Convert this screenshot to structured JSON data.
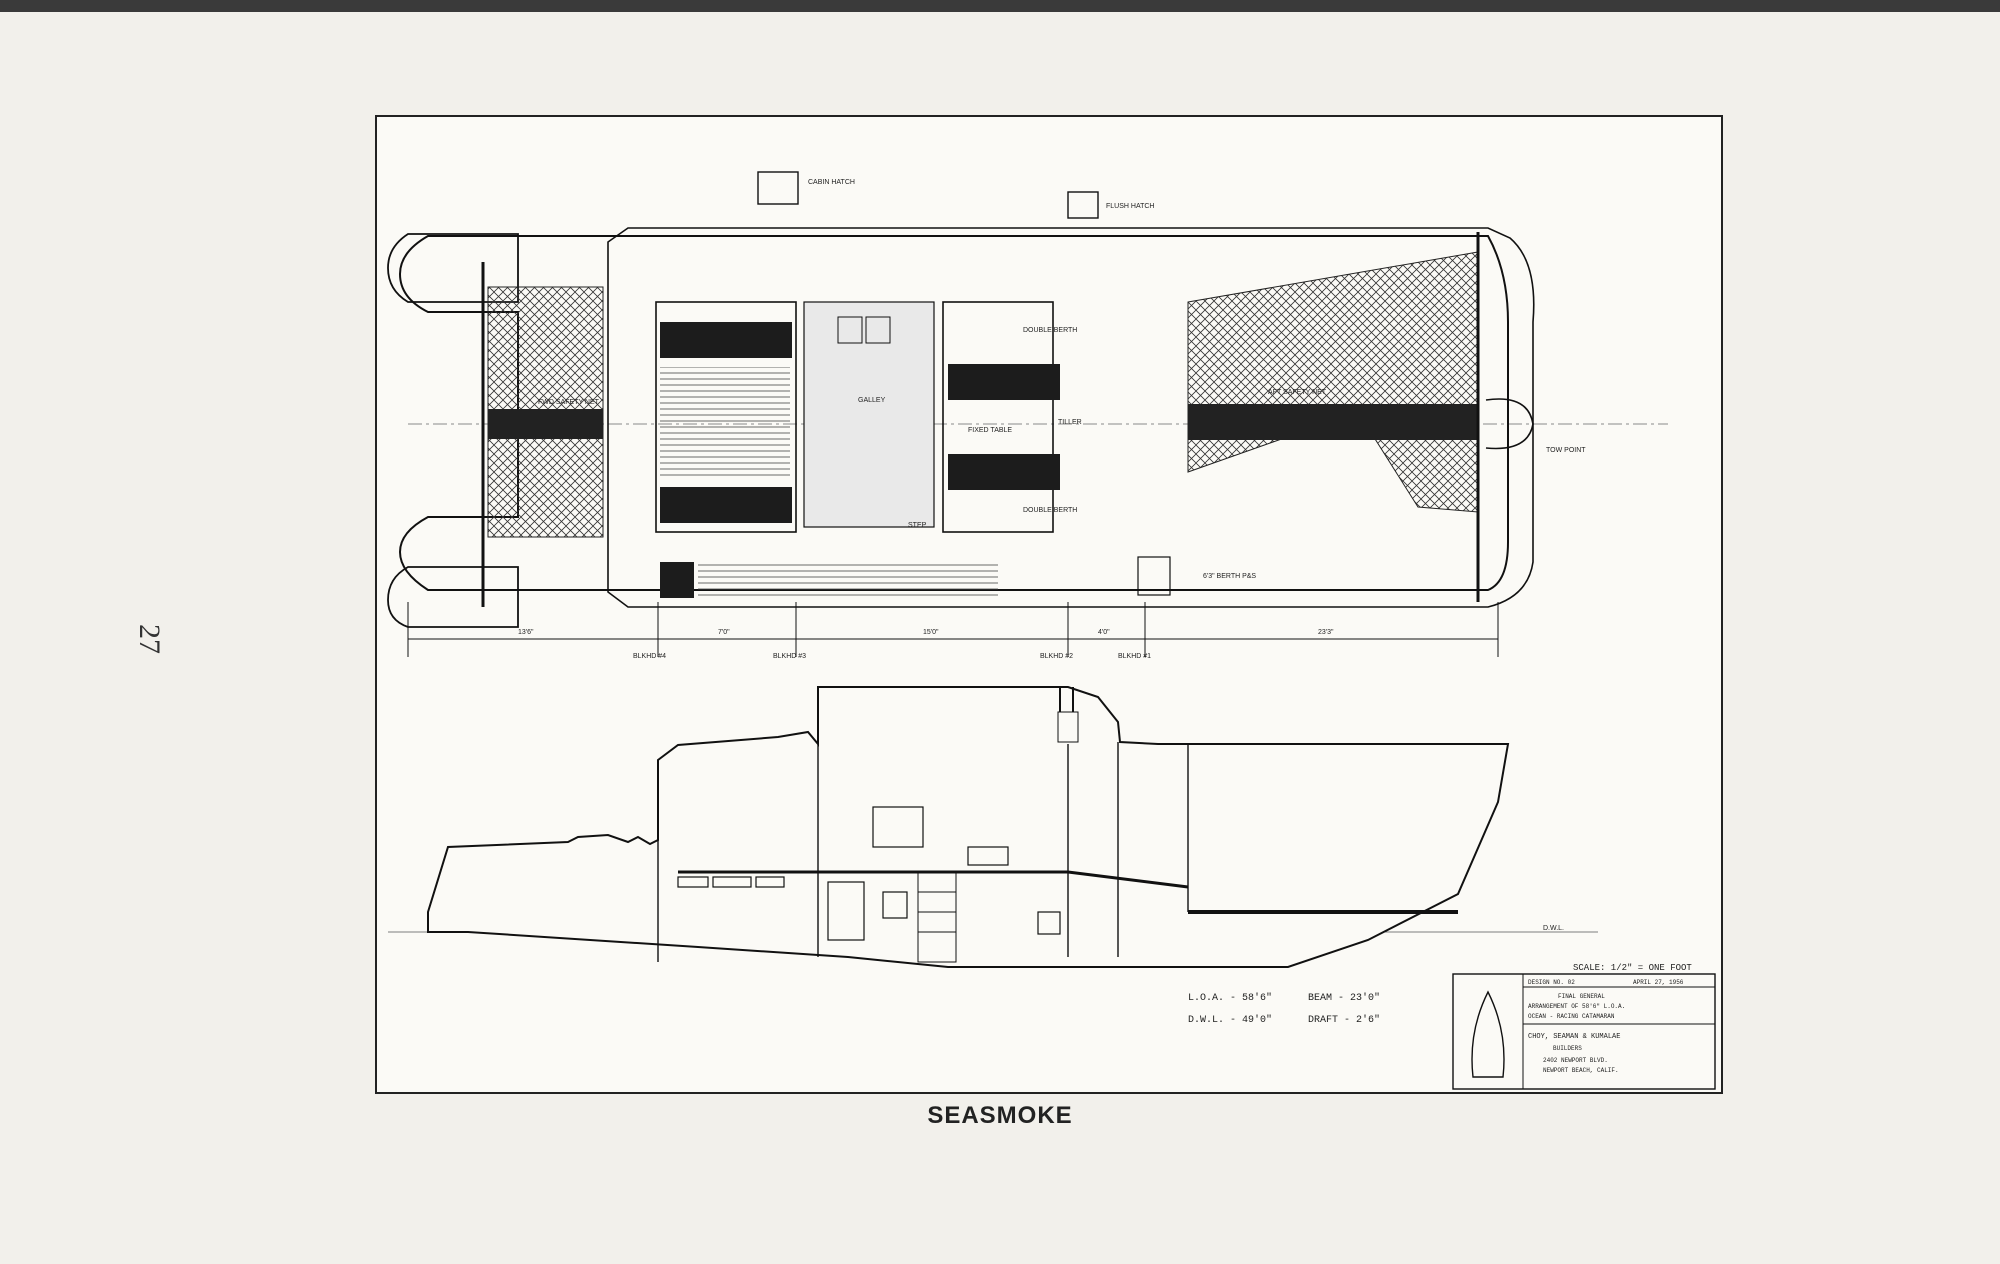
{
  "page_number": "27",
  "caption": "SEASMOKE",
  "plan_labels": {
    "bulkheads": [
      "BLKHD #4",
      "BLKHD #3",
      "BLKHD #2",
      "BLKHD #1"
    ],
    "dimensions": [
      "13'6\"",
      "7'0\"",
      "15'0\"",
      "4'0\"",
      "23'3\""
    ],
    "fwd_net": "FWD SAFETY NET",
    "aft_net": "AFT SAFETY NET",
    "fixed_table": "FIXED TABLE",
    "galley": "GALLEY",
    "double_berth_fwd": "DOUBLE BERTH",
    "double_berth_aft": "DOUBLE BERTH",
    "cabin_hatch": "CABIN HATCH",
    "flush_hatch": "FLUSH HATCH",
    "tiller": "TILLER",
    "step": "STEP",
    "berth_aft": "6'3\" BERTH P&S",
    "towpoint": "TOW POINT"
  },
  "specs": {
    "loa": "L.O.A. - 58'6\"",
    "dwl": "D.W.L. - 49'0\"",
    "beam": "BEAM - 23'0\"",
    "draft": "DRAFT - 2'6\""
  },
  "profile_labels": {
    "dwl_mark": "D.W.L."
  },
  "title_block": {
    "scale": "SCALE: 1/2\" = ONE FOOT",
    "design_no": "DESIGN NO. 02",
    "date": "APRIL 27, 1956",
    "line1": "FINAL GENERAL",
    "line2": "ARRANGEMENT OF 58'6\" L.O.A.",
    "line3": "OCEAN - RACING CATAMARAN",
    "firm": "CHOY, SEAMAN & KUMALAE",
    "firm_sub": "BUILDERS",
    "address1": "2402 NEWPORT BLVD.",
    "address2": "NEWPORT BEACH, CALIF."
  }
}
